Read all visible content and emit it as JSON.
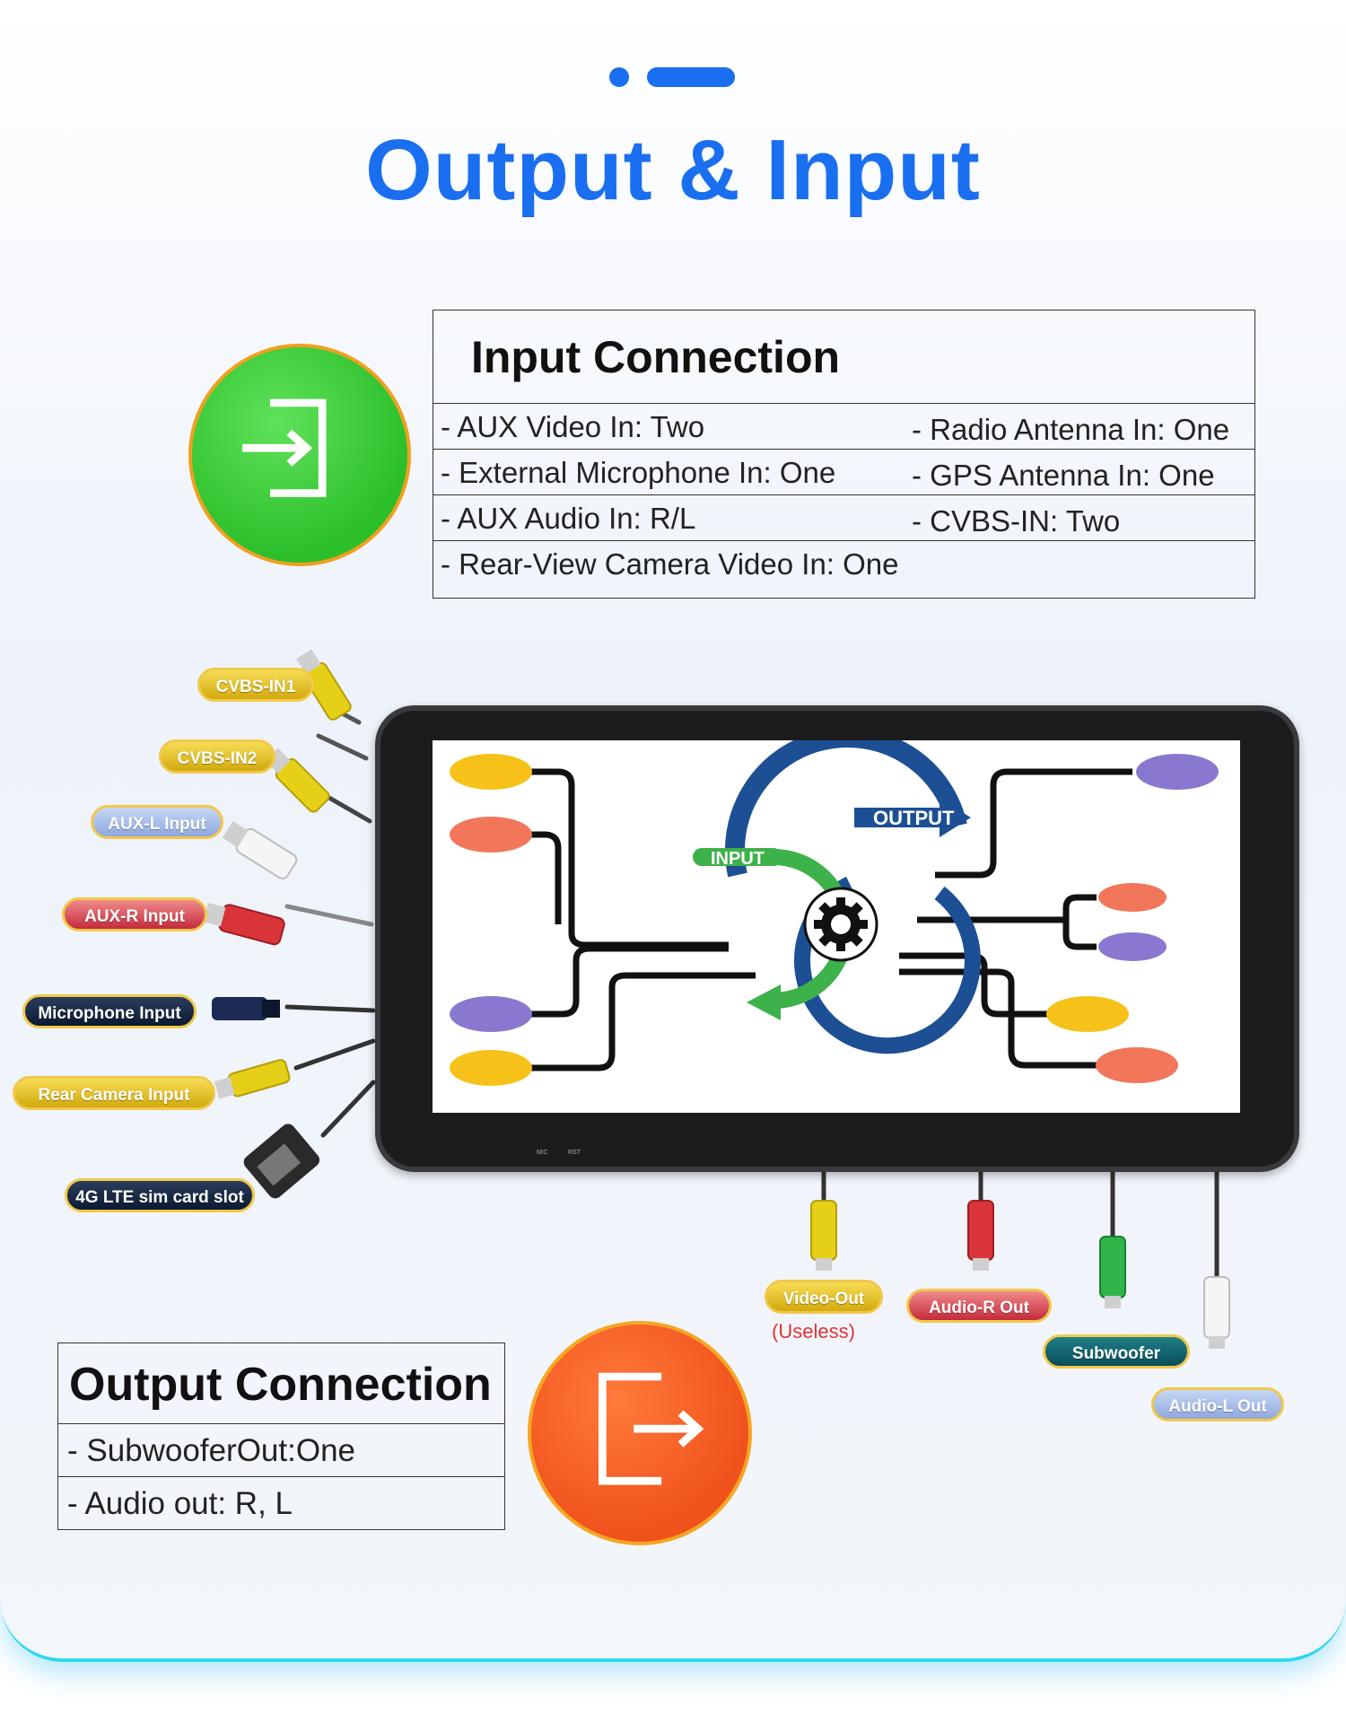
{
  "header": {
    "title": "Output & Input"
  },
  "input_connection": {
    "heading": "Input Connection",
    "rows": [
      {
        "left": "- AUX Video In: Two",
        "right": "- Radio Antenna In: One"
      },
      {
        "left": "- External Microphone In: One",
        "right": "- GPS Antenna In: One"
      },
      {
        "left": "- AUX Audio In: R/L",
        "right": "- CVBS-IN: Two"
      },
      {
        "left": "- Rear-View Camera Video In: One",
        "right": ""
      }
    ]
  },
  "output_connection": {
    "heading": "Output Connection",
    "rows": [
      "- SubwooferOut:One",
      "- Audio out: R, L"
    ]
  },
  "input_labels": {
    "cvbs_in1": "CVBS-IN1",
    "cvbs_in2": "CVBS-IN2",
    "aux_l": "AUX-L Input",
    "aux_r": "AUX-R Input",
    "mic": "Microphone Input",
    "rear_cam": "Rear Camera Input",
    "sim": "4G LTE sim card slot"
  },
  "output_labels": {
    "video_out": "Video-Out",
    "video_out_note": "(Useless)",
    "audio_r": "Audio-R Out",
    "subwoofer": "Subwoofer",
    "audio_l": "Audio-L Out"
  },
  "screen": {
    "output": "OUTPUT",
    "input": "INPUT"
  },
  "device": {
    "mic": "MIC",
    "rst": "RST"
  },
  "icons": {
    "input": "enter-icon",
    "output": "exit-icon"
  },
  "colors": {
    "accent": "#1a6ff0",
    "green": "#2cbf2a",
    "orange": "#f0521c"
  }
}
